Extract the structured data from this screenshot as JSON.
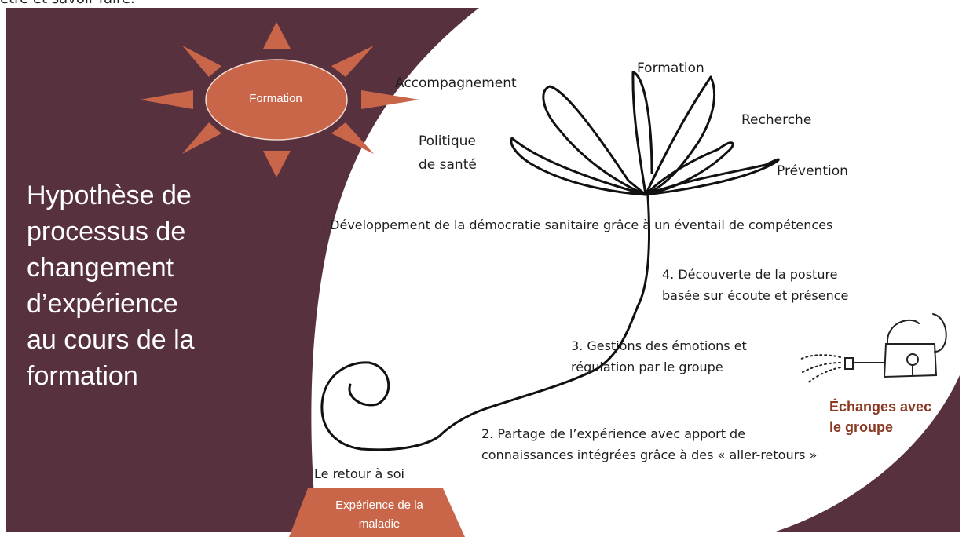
{
  "colors": {
    "background_panel": "#58313f",
    "accent": "#c9664a",
    "group_text": "#8a3a22"
  },
  "header_fragment": "être et savoir-faire.",
  "title": "Hypothèse de\nprocessus de\nchangement\nd’expérience\nau cours de la\nformation",
  "sun": {
    "label": "Formation",
    "icon": "sun-icon"
  },
  "flower": {
    "icon": "flower-icon",
    "petals": {
      "accompagnement": "Accompagnement",
      "formation": "Formation",
      "recherche": "Recherche",
      "politique": "Politique\nde santé",
      "prevention": "Prévention"
    }
  },
  "steps": {
    "step5": ". Développement de la démocratie sanitaire grâce à un éventail de compétences",
    "step4": "4. Découverte de la posture\nbasée sur écoute et présence",
    "step3": "3. Gestions des émotions et\nrégulation par le groupe",
    "step2": "2. Partage de l’expérience avec apport de\nconnaissances intégrées grâce à des « aller-retours »",
    "step1": "Le retour à soi"
  },
  "base": {
    "label": "Expérience de la\nmaladie"
  },
  "watering_can": {
    "icon": "watering-can-icon",
    "label": "Échanges avec\nle groupe"
  }
}
